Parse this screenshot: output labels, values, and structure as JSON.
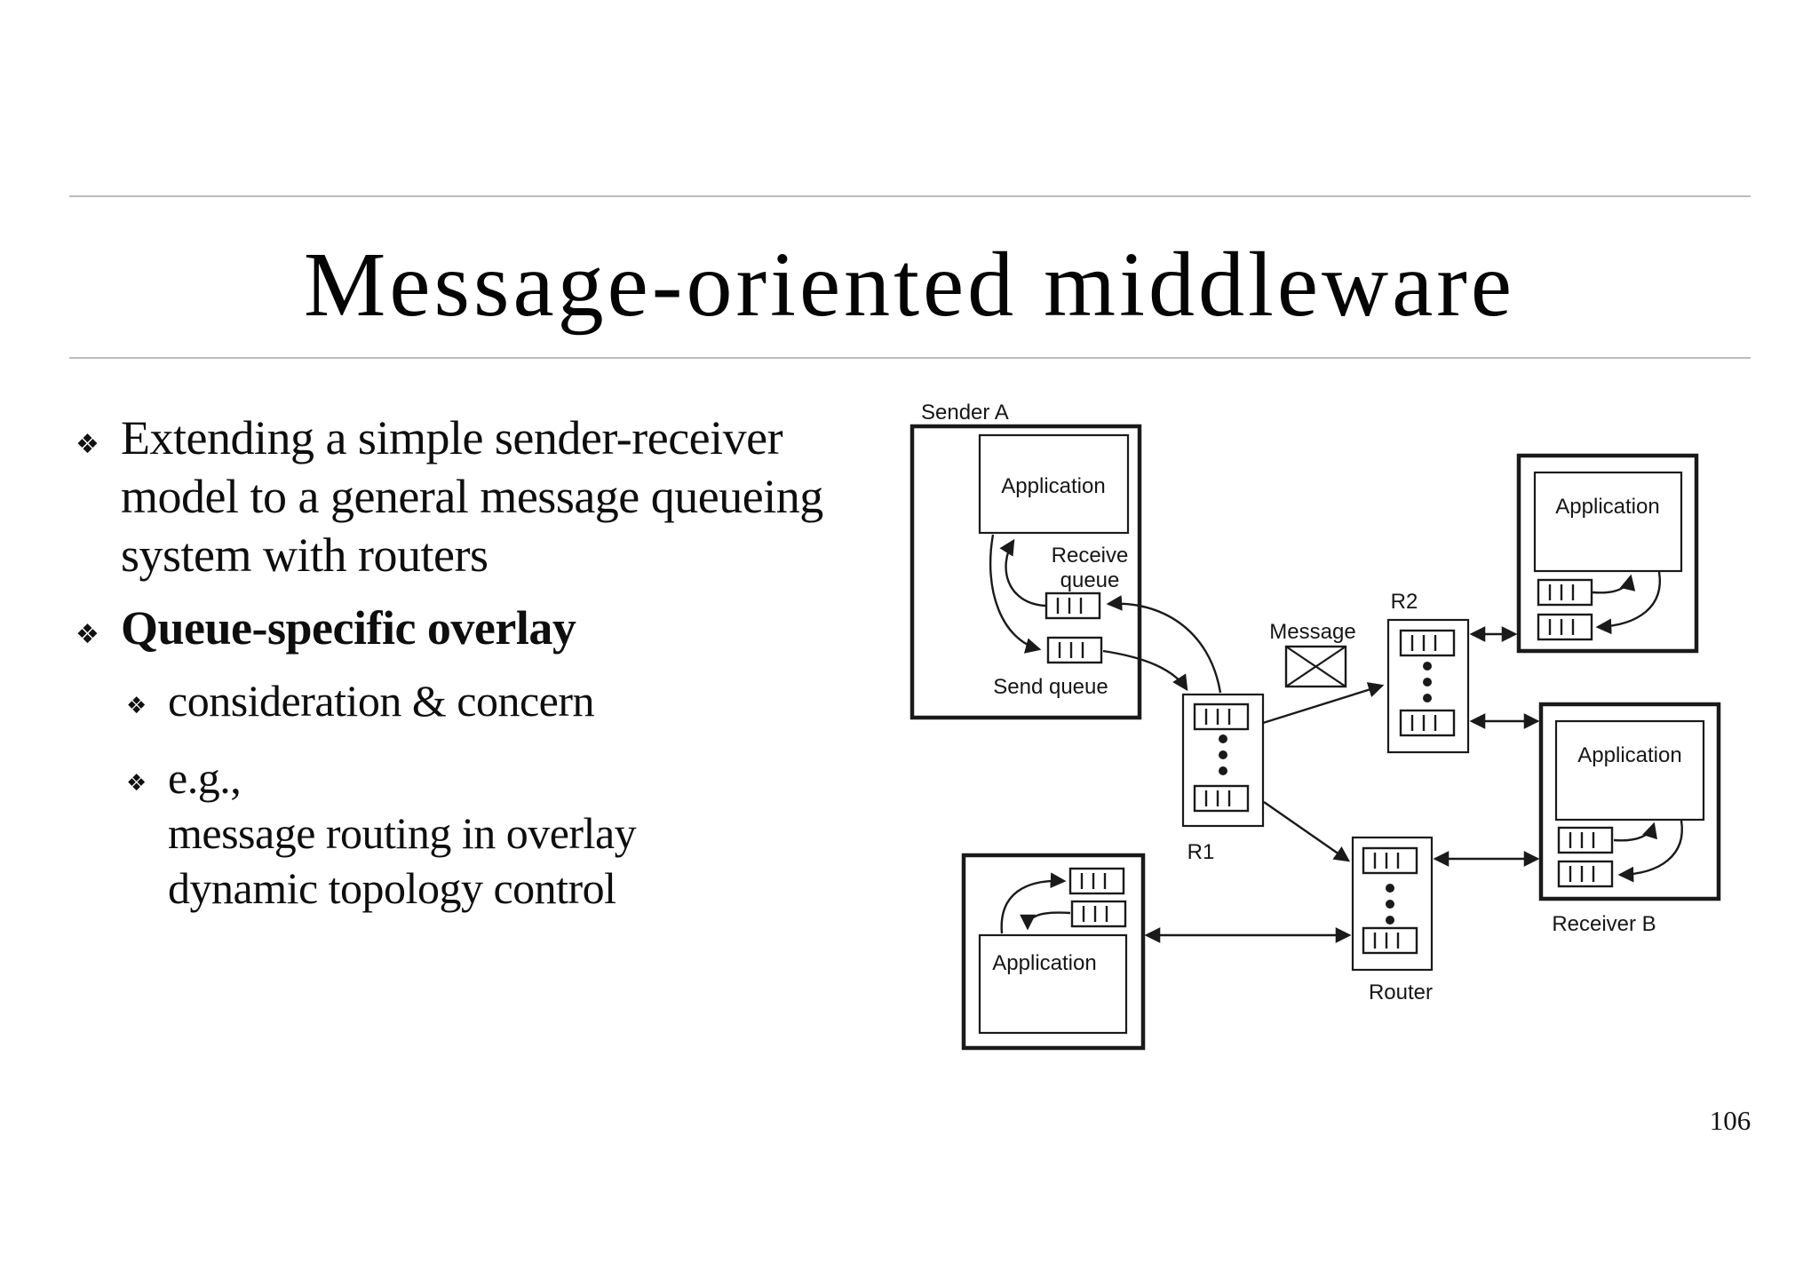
{
  "slide": {
    "title": "Message-oriented middleware",
    "page_number": "106",
    "bullets": {
      "marker": "❖",
      "b1_lines": [
        "Extending a simple sender-receiver",
        "model to a general message queueing",
        "system with routers"
      ],
      "b2": "Queue-specific overlay",
      "b3": "consideration & concern",
      "b4_lines": [
        "e.g.,",
        "message routing in overlay",
        "dynamic topology control"
      ]
    }
  },
  "diagram": {
    "labels": {
      "sender_a": "Sender A",
      "application": "Application",
      "receive_queue_line1": "Receive",
      "receive_queue_line2": "queue",
      "send_queue": "Send queue",
      "r1": "R1",
      "r2": "R2",
      "message": "Message",
      "router": "Router",
      "receiver_b": "Receiver B"
    },
    "colors": {
      "line": "#1a1a1a",
      "rule": "#bcbcbc",
      "text": "#0e0e0e"
    }
  }
}
